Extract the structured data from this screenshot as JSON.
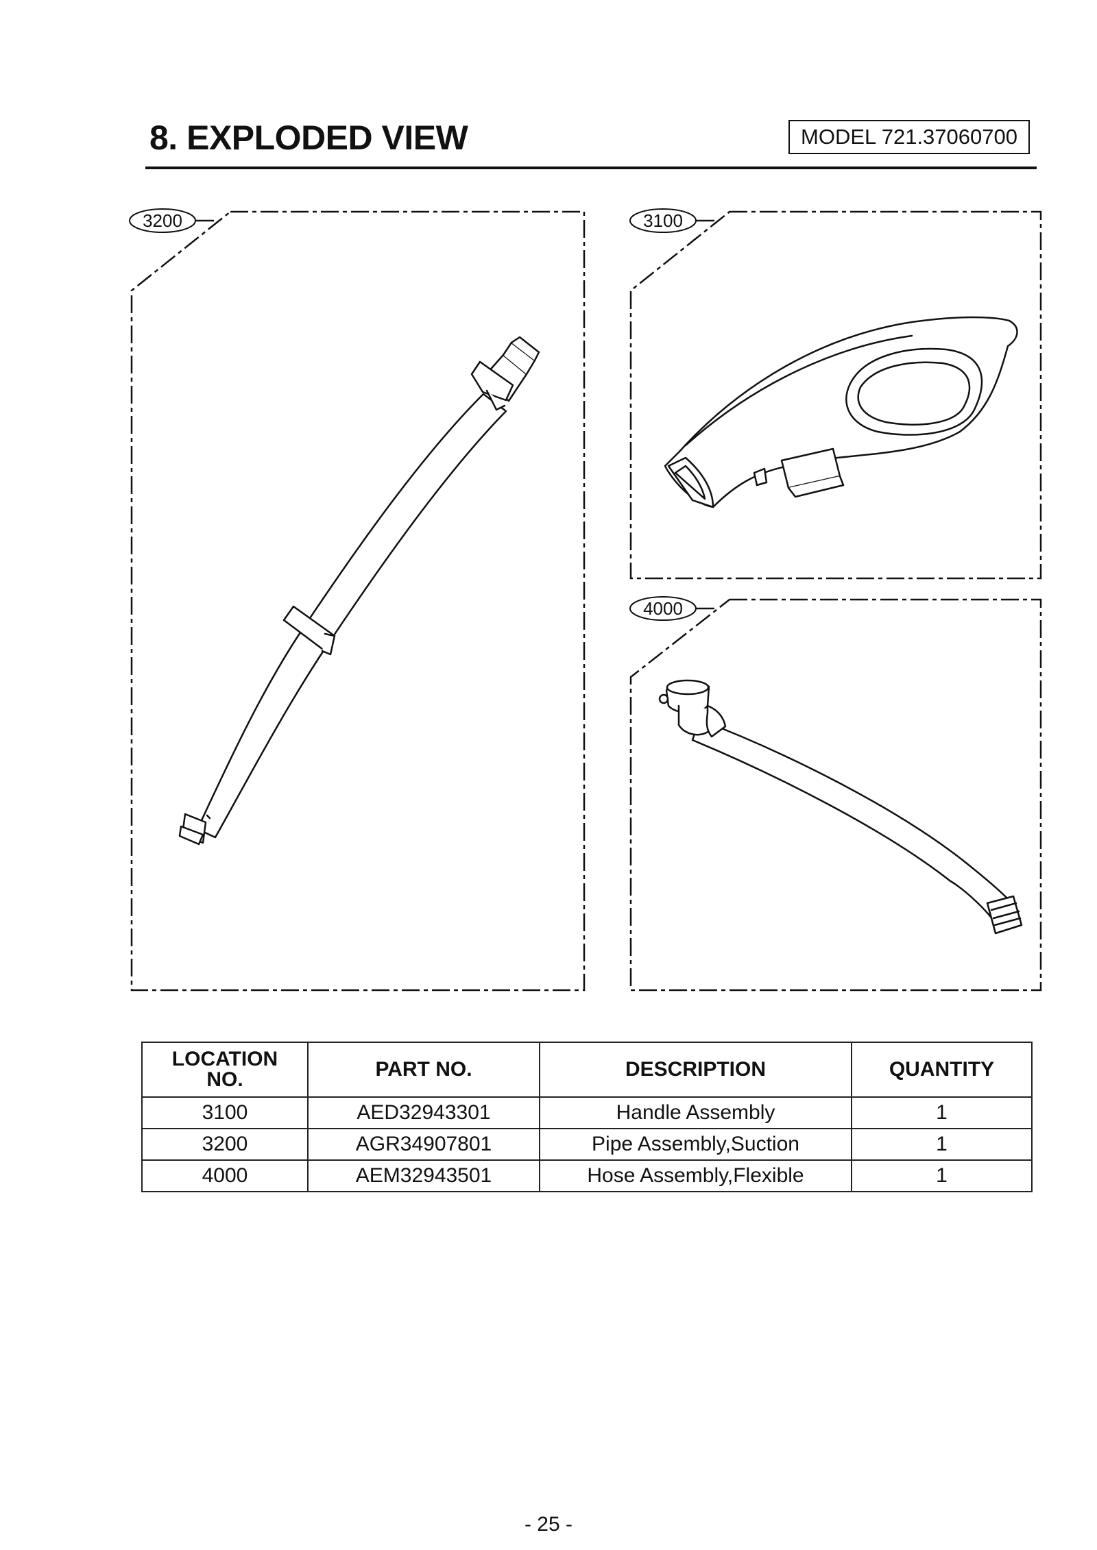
{
  "header": {
    "title": "8. EXPLODED VIEW",
    "model_label": "MODEL 721.37060700"
  },
  "callouts": {
    "pipe": "3200",
    "handle": "3100",
    "hose": "4000"
  },
  "parts_table": {
    "headers": {
      "location_line1": "LOCATION",
      "location_line2": "NO.",
      "part_no": "PART NO.",
      "description": "DESCRIPTION",
      "quantity": "QUANTITY"
    },
    "rows": [
      {
        "location": "3100",
        "part_no": "AED32943301",
        "description": "Handle Assembly",
        "quantity": "1"
      },
      {
        "location": "3200",
        "part_no": "AGR34907801",
        "description": "Pipe Assembly,Suction",
        "quantity": "1"
      },
      {
        "location": "4000",
        "part_no": "AEM32943501",
        "description": "Hose Assembly,Flexible",
        "quantity": "1"
      }
    ]
  },
  "footer": {
    "page_number": "- 25 -"
  }
}
